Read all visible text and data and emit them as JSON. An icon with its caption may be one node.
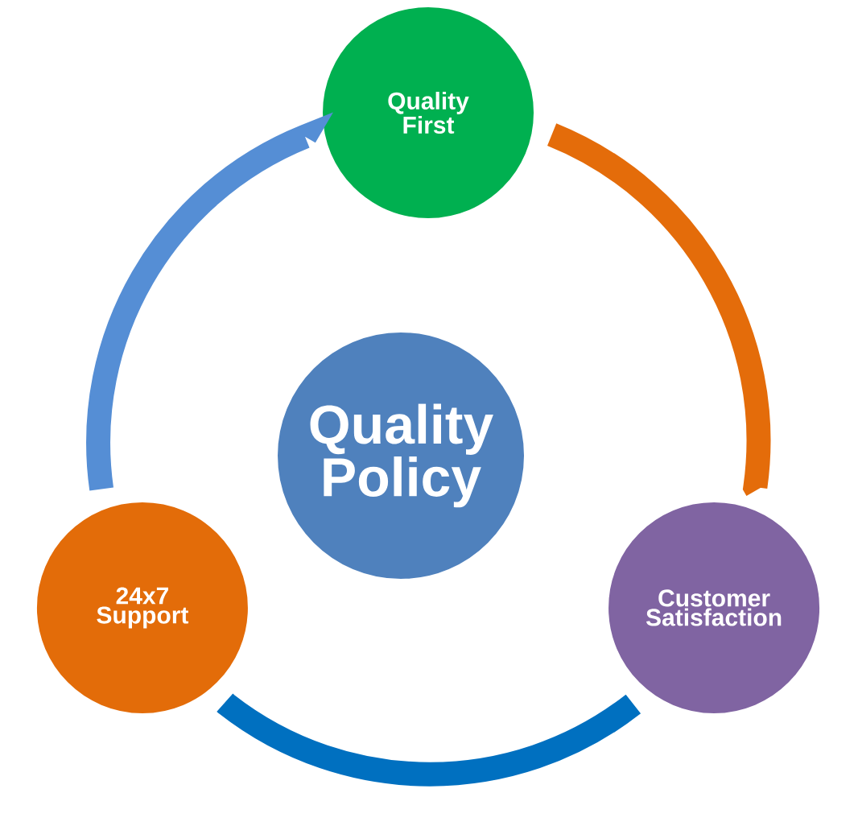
{
  "diagram": {
    "nodes": [
      {
        "text": [
          "Quality Policy"
        ]
      },
      {
        "text": [
          "Quality First"
        ]
      },
      {
        "text": [
          "Customer Satisfaction"
        ]
      },
      {
        "text": [
          "24x7 Support"
        ]
      }
    ],
    "edges": [
      {
        "from": 1,
        "to": 2,
        "arrow": "none",
        "color": "#e46c0a"
      },
      {
        "from": 2,
        "to": 3,
        "arrow": "none",
        "color": "#0070c0"
      },
      {
        "from": 3,
        "to": 1,
        "arrow": "none",
        "color": "#558ed5"
      }
    ]
  }
}
